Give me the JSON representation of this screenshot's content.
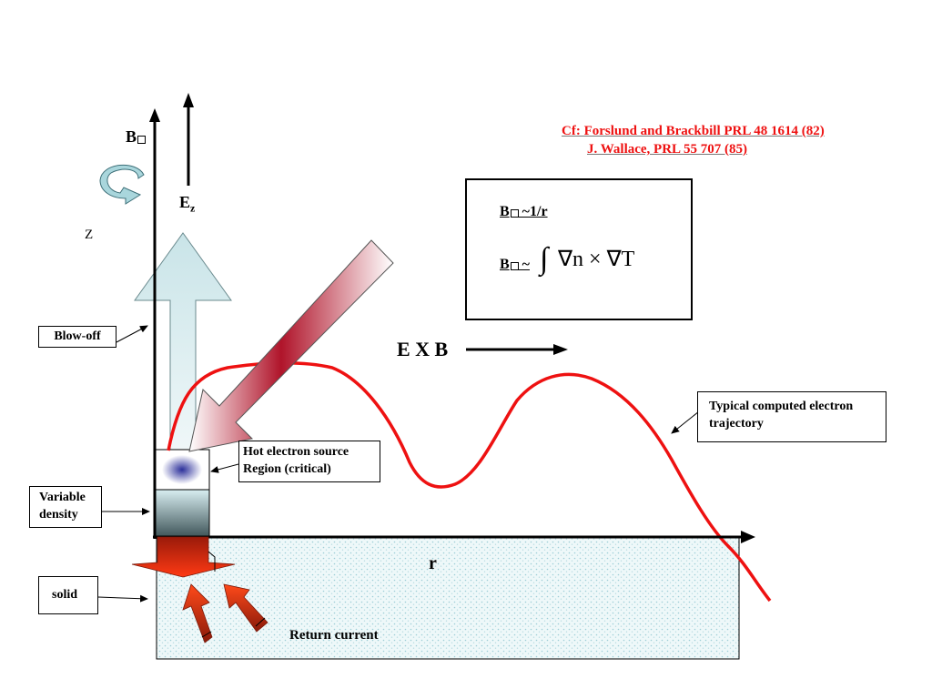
{
  "labels": {
    "b_theta": "B",
    "e_z": "E",
    "e_z_sub": "z",
    "z_axis": "Z",
    "r_axis": "r",
    "exb": "E X B",
    "return_current": "Return current"
  },
  "boxes": {
    "blow_off": "Blow-off",
    "variable_density_1": "Variable",
    "variable_density_2": "density",
    "solid": "solid",
    "hot_source_1": "Hot electron source",
    "hot_source_2": "Region (critical)",
    "trajectory_1": "Typical computed electron",
    "trajectory_2": "trajectory"
  },
  "citation": {
    "line1": "Cf:  Forslund and Brackbill PRL 48 1614 (82)",
    "line2": "J. Wallace, PRL 55 707 (85)"
  },
  "formulas": {
    "f1_prefix": "B",
    "f1_rest": " ~1/r",
    "f2_prefix": "B",
    "f2_rest": " ~",
    "integrand": "∇n × ∇T"
  },
  "colors": {
    "trajectory": "#ee1111",
    "citation": "#ee1111",
    "blowoff_arrow": "#cfe7ea",
    "laser_arrow": "#b0142a",
    "solid_fill": "#e4f3f5"
  }
}
